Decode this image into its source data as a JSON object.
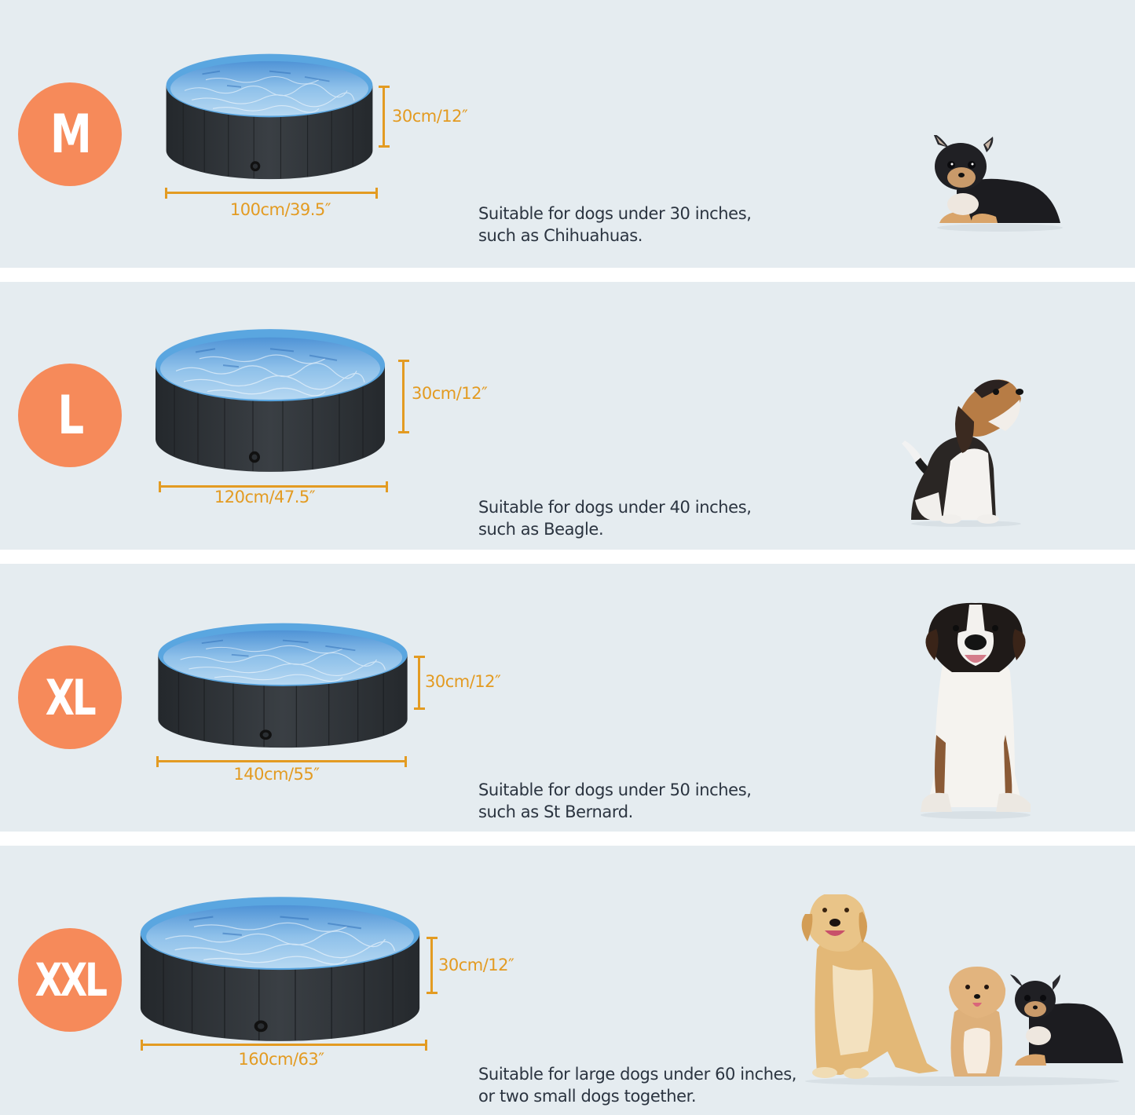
{
  "colors": {
    "panel_bg": "#e5ecf0",
    "badge": "#f68a5a",
    "dimension": "#e39b22",
    "text": "#2b3440",
    "pool_wall": "#33383d",
    "water": "#6aa8de"
  },
  "sizes": [
    {
      "badge": "M",
      "diameter": "100cm/39.5″",
      "height": "30cm/12″",
      "description_line1": "Suitable for dogs under 30 inches,",
      "description_line2": "such as Chihuahuas.",
      "dog_image": "chihuahua-puppy"
    },
    {
      "badge": "L",
      "diameter": "120cm/47.5″",
      "height": "30cm/12″",
      "description_line1": "Suitable for dogs under 40 inches,",
      "description_line2": "such as Beagle.",
      "dog_image": "beagle-puppy"
    },
    {
      "badge": "XL",
      "diameter": "140cm/55″",
      "height": "30cm/12″",
      "description_line1": "Suitable for dogs under 50 inches,",
      "description_line2": "such as St Bernard.",
      "dog_image": "st-bernard"
    },
    {
      "badge": "XXL",
      "diameter": "160cm/63″",
      "height": "30cm/12″",
      "description_line1": "Suitable for large dogs under 60 inches,",
      "description_line2": "or two small dogs together.",
      "dog_image": "golden-retriever-havanese-chihuahua"
    }
  ]
}
